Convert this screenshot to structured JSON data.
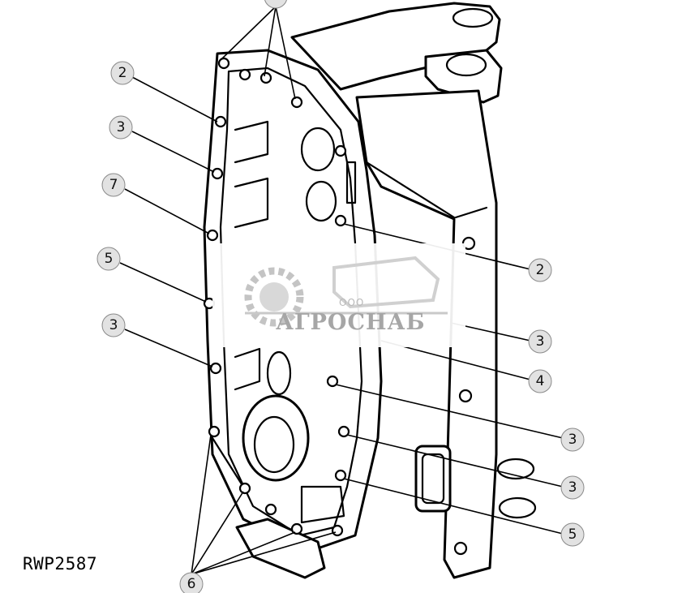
{
  "figure": {
    "reference_code": "RWP2587"
  },
  "callouts": [
    {
      "id": "c1",
      "label": "2"
    },
    {
      "id": "c2",
      "label": "3"
    },
    {
      "id": "c3",
      "label": "7"
    },
    {
      "id": "c4",
      "label": "5"
    },
    {
      "id": "c5",
      "label": "3"
    },
    {
      "id": "c6",
      "label": "2"
    },
    {
      "id": "c7",
      "label": "3"
    },
    {
      "id": "c8",
      "label": "4"
    },
    {
      "id": "c9",
      "label": "3"
    },
    {
      "id": "c10",
      "label": "3"
    },
    {
      "id": "c11",
      "label": "5"
    },
    {
      "id": "c12",
      "label": "6"
    }
  ],
  "watermark": {
    "company_prefix": "ООО",
    "company_name": "АГРОСНАБ"
  }
}
